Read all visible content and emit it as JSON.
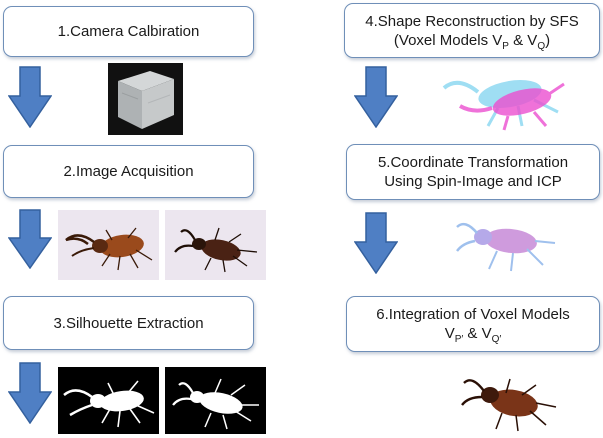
{
  "steps": {
    "s1": {
      "label": "1.Camera Calbiration"
    },
    "s2": {
      "label": "2.Image Acquisition"
    },
    "s3": {
      "label": "3.Silhouette Extraction"
    },
    "s4": {
      "line1": "4.Shape Reconstruction by SFS",
      "line2_pre": "(Voxel Models V",
      "sub_p": "P",
      "amp": " & V",
      "sub_q": "Q",
      "close": ")"
    },
    "s5": {
      "line1": "5.Coordinate Transformation",
      "line2": "Using Spin-Image and ICP"
    },
    "s6": {
      "line1": "6.Integration of Voxel Models",
      "line2_pre": "V",
      "sub_p": "P′",
      "amp": " & V",
      "sub_q": "Q′"
    }
  },
  "colors": {
    "arrow": "#4f7fc4",
    "arrow_edge": "#34609e",
    "box_border": "#6f8fb8"
  },
  "images": [
    "calibration-cube",
    "beetle-photo-1",
    "beetle-photo-2",
    "silhouette-1",
    "silhouette-2",
    "voxel-model-pq",
    "transformed-voxel-model",
    "integrated-beetle-model"
  ]
}
